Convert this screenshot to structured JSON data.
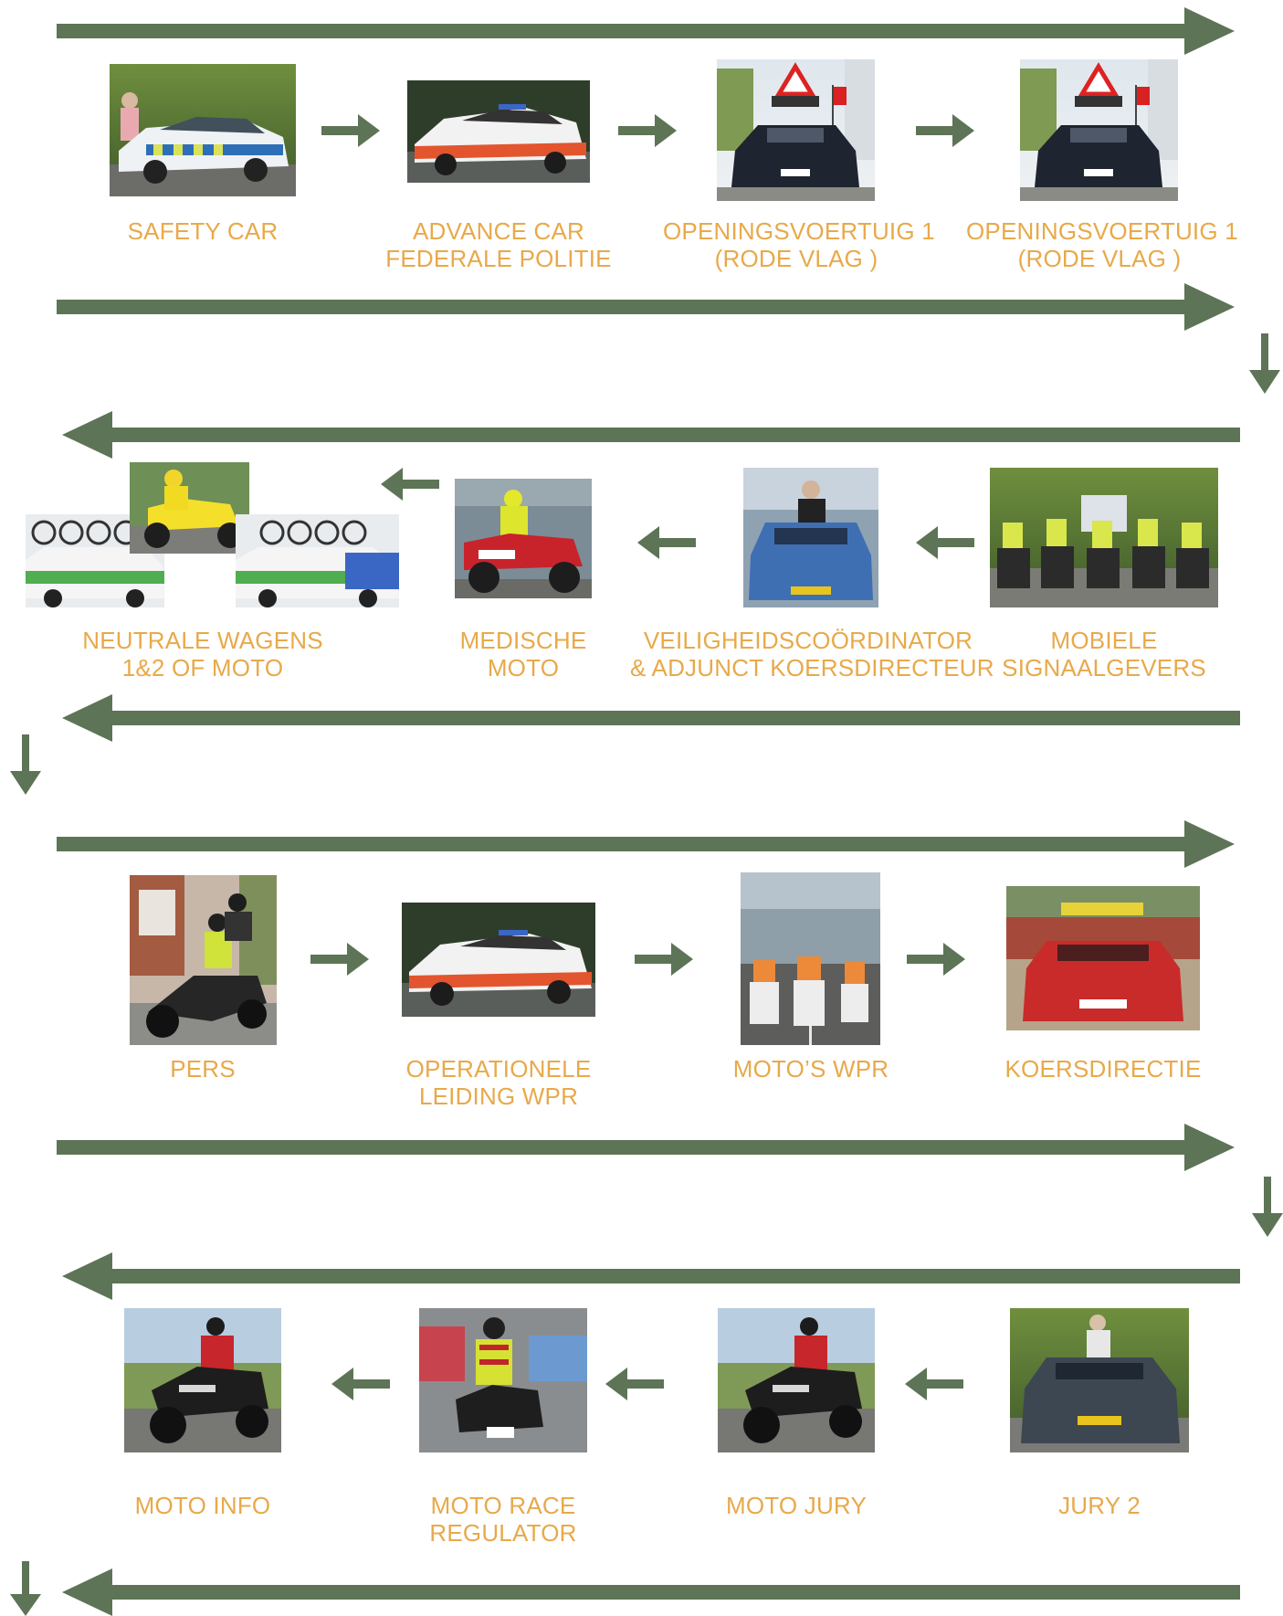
{
  "colors": {
    "arrow": "#5d7456",
    "label": "#e8a94a"
  },
  "row1": {
    "items": [
      {
        "lines": [
          "SAFETY CAR"
        ],
        "icon": "safety-car-photo"
      },
      {
        "lines": [
          "ADVANCE CAR",
          "FEDERALE POLITIE"
        ],
        "icon": "police-car-photo"
      },
      {
        "lines": [
          "OPENINGSVOERTUIG 1",
          "(RODE VLAG )"
        ],
        "icon": "opening-vehicle-photo"
      },
      {
        "lines": [
          "OPENINGSVOERTUIG 1",
          "(RODE VLAG )"
        ],
        "icon": "opening-vehicle-photo"
      }
    ]
  },
  "row2": {
    "items": [
      {
        "lines": [
          "NEUTRALE WAGENS",
          "1&2 OF MOTO"
        ],
        "icon": "neutral-cars-photo"
      },
      {
        "lines": [
          "MEDISCHE",
          "MOTO"
        ],
        "icon": "medical-moto-photo"
      },
      {
        "lines": [
          "VEILIGHEIDSCOÖRDINATOR",
          "& ADJUNCT KOERSDIRECTEUR"
        ],
        "icon": "safety-coordinator-photo"
      },
      {
        "lines": [
          "MOBIELE",
          "SIGNAALGEVERS"
        ],
        "icon": "signal-motos-photo"
      }
    ]
  },
  "row3": {
    "items": [
      {
        "lines": [
          "PERS"
        ],
        "icon": "press-moto-photo"
      },
      {
        "lines": [
          "OPERATIONELE",
          "LEIDING WPR"
        ],
        "icon": "police-car-photo"
      },
      {
        "lines": [
          "MOTO’S WPR"
        ],
        "icon": "police-motos-photo"
      },
      {
        "lines": [
          "KOERSDIRECTIE"
        ],
        "icon": "race-direction-car-photo"
      }
    ]
  },
  "row4": {
    "items": [
      {
        "lines": [
          "MOTO INFO"
        ],
        "icon": "info-moto-photo"
      },
      {
        "lines": [
          "MOTO RACE",
          "REGULATOR"
        ],
        "icon": "race-regulator-photo"
      },
      {
        "lines": [
          "MOTO JURY"
        ],
        "icon": "jury-moto-photo"
      },
      {
        "lines": [
          "JURY 2"
        ],
        "icon": "jury-car-photo"
      }
    ]
  }
}
